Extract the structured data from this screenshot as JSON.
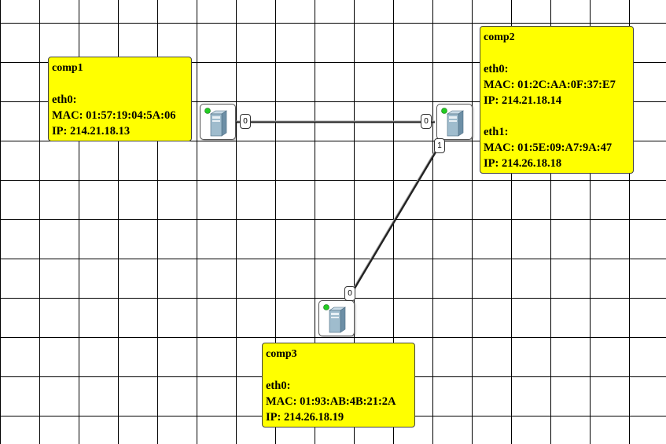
{
  "nodes": [
    {
      "id": "comp1",
      "title": "comp1",
      "interfaces": [
        {
          "name": "eth0:",
          "mac": "MAC: 01:57:19:04:5A:06",
          "ip": "IP: 214.21.18.13"
        }
      ]
    },
    {
      "id": "comp2",
      "title": "comp2",
      "interfaces": [
        {
          "name": "eth0:",
          "mac": "MAC: 01:2C:AA:0F:37:E7",
          "ip": "IP: 214.21.18.14"
        },
        {
          "name": "eth1:",
          "mac": "MAC: 01:5E:09:A7:9A:47",
          "ip": "IP: 214.26.18.18"
        }
      ]
    },
    {
      "id": "comp3",
      "title": "comp3",
      "interfaces": [
        {
          "name": "eth0:",
          "mac": "MAC: 01:93:AB:4B:21:2A",
          "ip": "IP: 214.26.18.19"
        }
      ]
    }
  ],
  "links": [
    {
      "from": "comp1",
      "from_port": "0",
      "to": "comp2",
      "to_port": "0"
    },
    {
      "from": "comp2",
      "from_port": "1",
      "to": "comp3",
      "to_port": "0"
    }
  ],
  "colors": {
    "label_bg": "#ffff00",
    "status_led": "#22cc22"
  }
}
